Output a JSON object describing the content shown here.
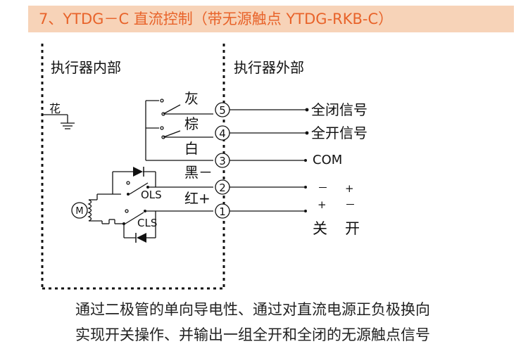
{
  "header": {
    "title": "7、YTDG－C 直流控制（带无源触点 YTDG-RKB-C）"
  },
  "regions": {
    "inside": "执行器内部",
    "outside": "执行器外部"
  },
  "ground_label": "花",
  "wire_colors": {
    "gray": "灰",
    "brown": "棕",
    "white": "白",
    "black": "黑－",
    "red": "红+"
  },
  "terminals": [
    "5",
    "4",
    "3",
    "2",
    "1"
  ],
  "signals": {
    "closed": "全闭信号",
    "open": "全开信号",
    "common": "COM"
  },
  "polarity": {
    "row2_left": "－",
    "row2_right": "+",
    "row1_left": "+",
    "row1_right": "－"
  },
  "actions": {
    "close": "关",
    "open": "开"
  },
  "switches": {
    "ols": "OLS",
    "cls": "CLS"
  },
  "motor": "M",
  "caption": {
    "line1": "通过二极管的单向导电性、通过对直流电源正负极换向",
    "line2": "实现开关操作、并输出一组全开和全闭的无源触点信号"
  }
}
